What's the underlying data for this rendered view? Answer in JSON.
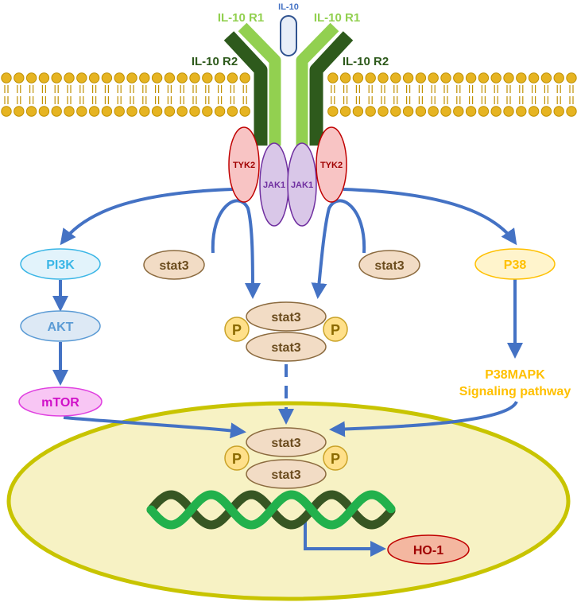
{
  "ligand": {
    "label": "IL-10"
  },
  "receptors": {
    "r1_left": "IL-10 R1",
    "r1_right": "IL-10 R1",
    "r2_left": "IL-10 R2",
    "r2_right": "IL-10 R2"
  },
  "kinases": {
    "tyk2_left": "TYK2",
    "tyk2_right": "TYK2",
    "jak1_left": "JAK1",
    "jak1_right": "JAK1"
  },
  "left_pathway": {
    "pi3k": "PI3K",
    "akt": "AKT",
    "mtor": "mTOR"
  },
  "right_pathway": {
    "p38": "P38",
    "p38mapk_line1": "P38MAPK",
    "p38mapk_line2": "Signaling pathway"
  },
  "stat": {
    "free_left": "stat3",
    "free_right": "stat3",
    "dimer_top": "stat3",
    "dimer_bottom": "stat3",
    "nuclear_top": "stat3",
    "nuclear_bottom": "stat3",
    "phospho": "P"
  },
  "gene_product": "HO-1",
  "colors": {
    "arrow": "#4472c4",
    "membrane_head": "#e6b422",
    "r1": "#92d050",
    "r2": "#2e5a1c",
    "tyk2": "#f8c4c4",
    "jak1": "#d9c7e8",
    "stat3": "#f2dcc5",
    "phospho": "#ffe08a",
    "nucleus": "#f7f2c4",
    "nucleus_border": "#c8c400"
  }
}
